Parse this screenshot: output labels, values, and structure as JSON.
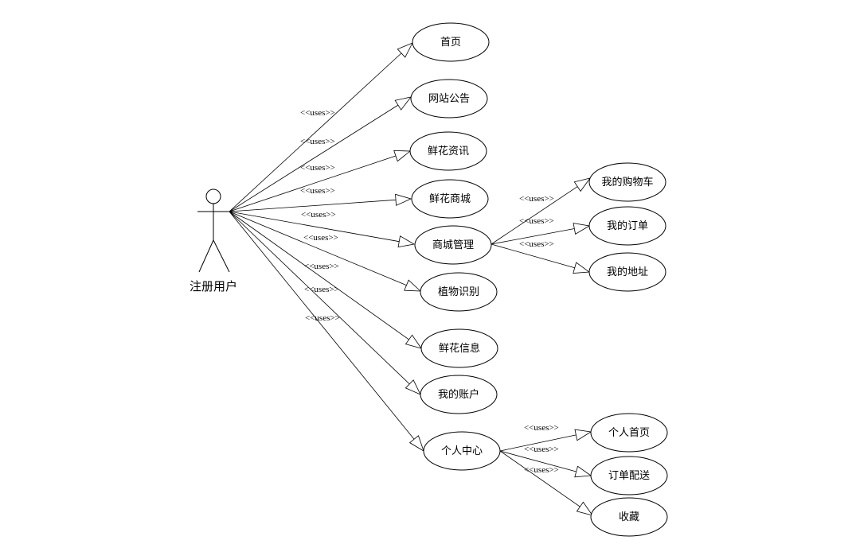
{
  "actor": {
    "name": "注册用户"
  },
  "stereotype": "<<uses>>",
  "use_cases": {
    "home": "首页",
    "notice": "网站公告",
    "news": "鲜花资讯",
    "mall": "鲜花商城",
    "mall_mgmt": "商城管理",
    "plant_id": "植物识别",
    "flower_info": "鲜花信息",
    "my_account": "我的账户",
    "personal_center": "个人中心",
    "cart": "我的购物车",
    "my_orders": "我的订单",
    "my_address": "我的地址",
    "personal_home": "个人首页",
    "order_delivery": "订单配送",
    "favorites": "收藏"
  }
}
